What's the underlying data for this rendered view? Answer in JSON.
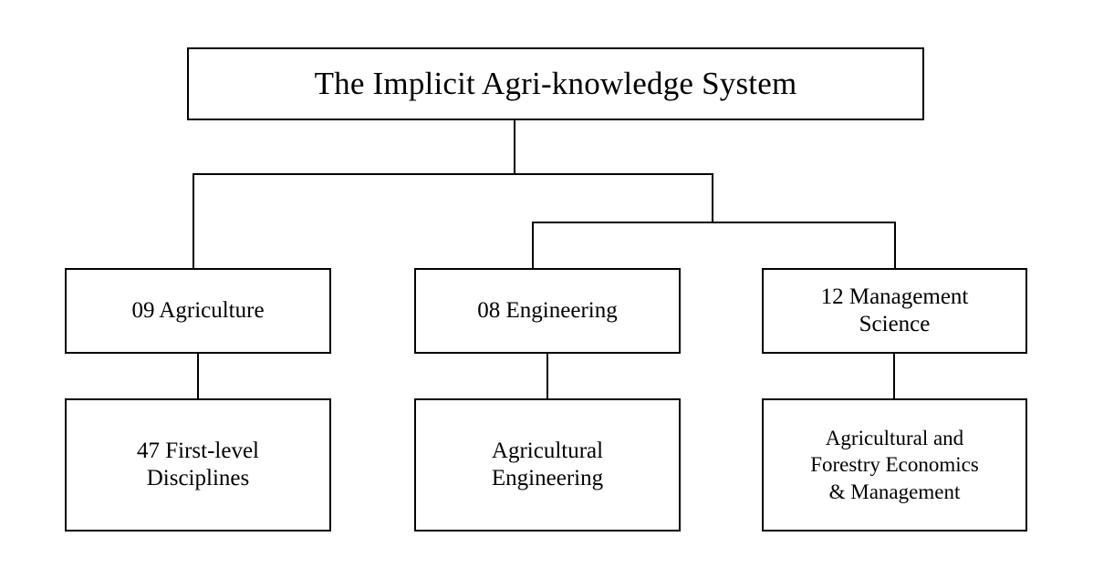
{
  "diagram": {
    "type": "tree-hierarchy",
    "title": "The Implicit Agri-knowledge System",
    "background_color": "#ffffff",
    "line_color": "#000000",
    "text_color": "#000000",
    "levels": 3,
    "root": {
      "id": "root",
      "label": "The Implicit Agri-knowledge System"
    },
    "level2": [
      {
        "id": "agriculture",
        "code": "09",
        "label": "09 Agriculture"
      },
      {
        "id": "engineering",
        "code": "08",
        "label": "08 Engineering"
      },
      {
        "id": "management",
        "code": "12",
        "label": "12 Management\nScience"
      }
    ],
    "level3": [
      {
        "id": "disciplines",
        "label": "47 First-level\nDisciplines",
        "parent": "agriculture"
      },
      {
        "id": "agri-engineering",
        "label": "Agricultural\nEngineering",
        "parent": "engineering"
      },
      {
        "id": "agri-forestry-econ",
        "label": "Agricultural and\nForestry Economics\n& Management",
        "parent": "management"
      }
    ]
  }
}
